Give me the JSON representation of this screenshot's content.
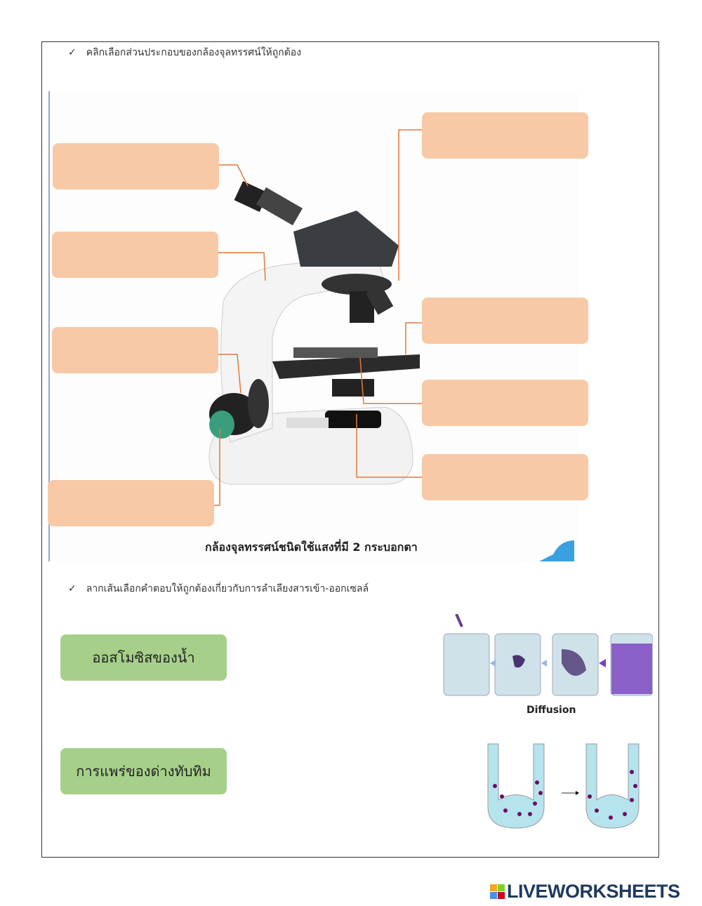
{
  "section1": {
    "instruction": "คลิกเลือกส่วนประกอบของกล้องจุลทรรศน์ให้ถูกต้อง",
    "check_icon": "✓",
    "caption": "กล้องจุลทรรศน์ชนิดใช้แสงที่มี 2 กระบอกตา",
    "answer_box_color": "#f8c9a6",
    "line_color": "#e07a3a"
  },
  "section2": {
    "instruction": "ลากเส้นเลือกคำตอบให้ถูกต้องเกี่ยวกับการลำเลียงสารเข้า-ออกเซลล์",
    "check_icon": "✓",
    "options": [
      "ออสโมซิสของน้ำ",
      "การแพร่ของด่างทับทิม"
    ],
    "option_color": "#a6d08a",
    "image_title": "Diffusion"
  },
  "brand": {
    "name": "LIVEWORKSHEETS",
    "colors": [
      "#f5a623",
      "#7ed321",
      "#4a90e2",
      "#d0021b"
    ]
  }
}
